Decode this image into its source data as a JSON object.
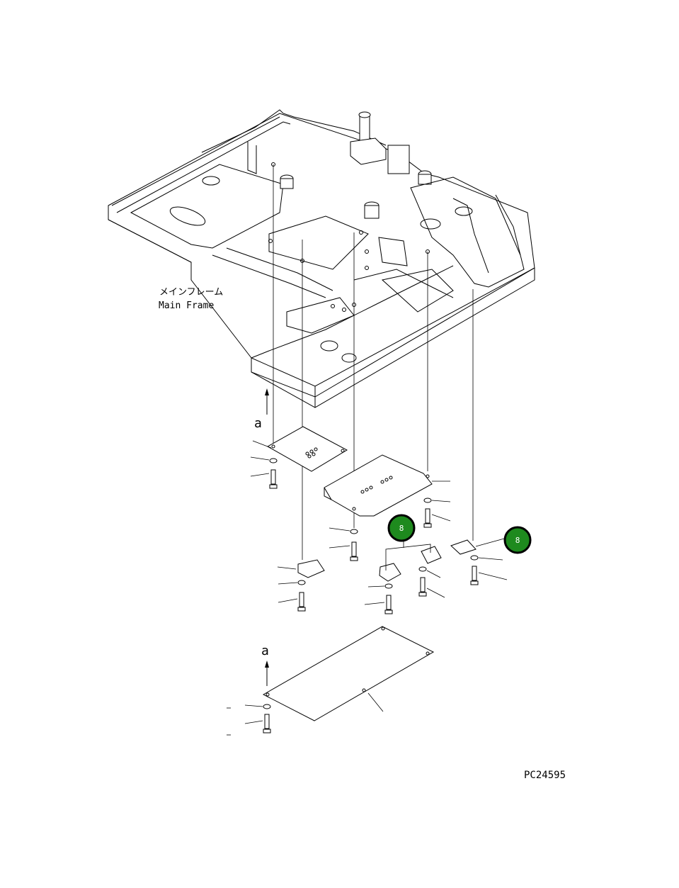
{
  "labels": {
    "main_frame_jp": "メインフレーム",
    "main_frame_en": "Main Frame",
    "view_a_upper": "a",
    "view_a_lower": "a",
    "drawing_number": "PC24595"
  },
  "callouts": [
    {
      "id": "callout-8-center",
      "text": "8"
    },
    {
      "id": "callout-8-right",
      "text": "8"
    }
  ],
  "colors": {
    "callout_fill": "#1e8a1e",
    "line": "#000000",
    "background": "#ffffff"
  }
}
